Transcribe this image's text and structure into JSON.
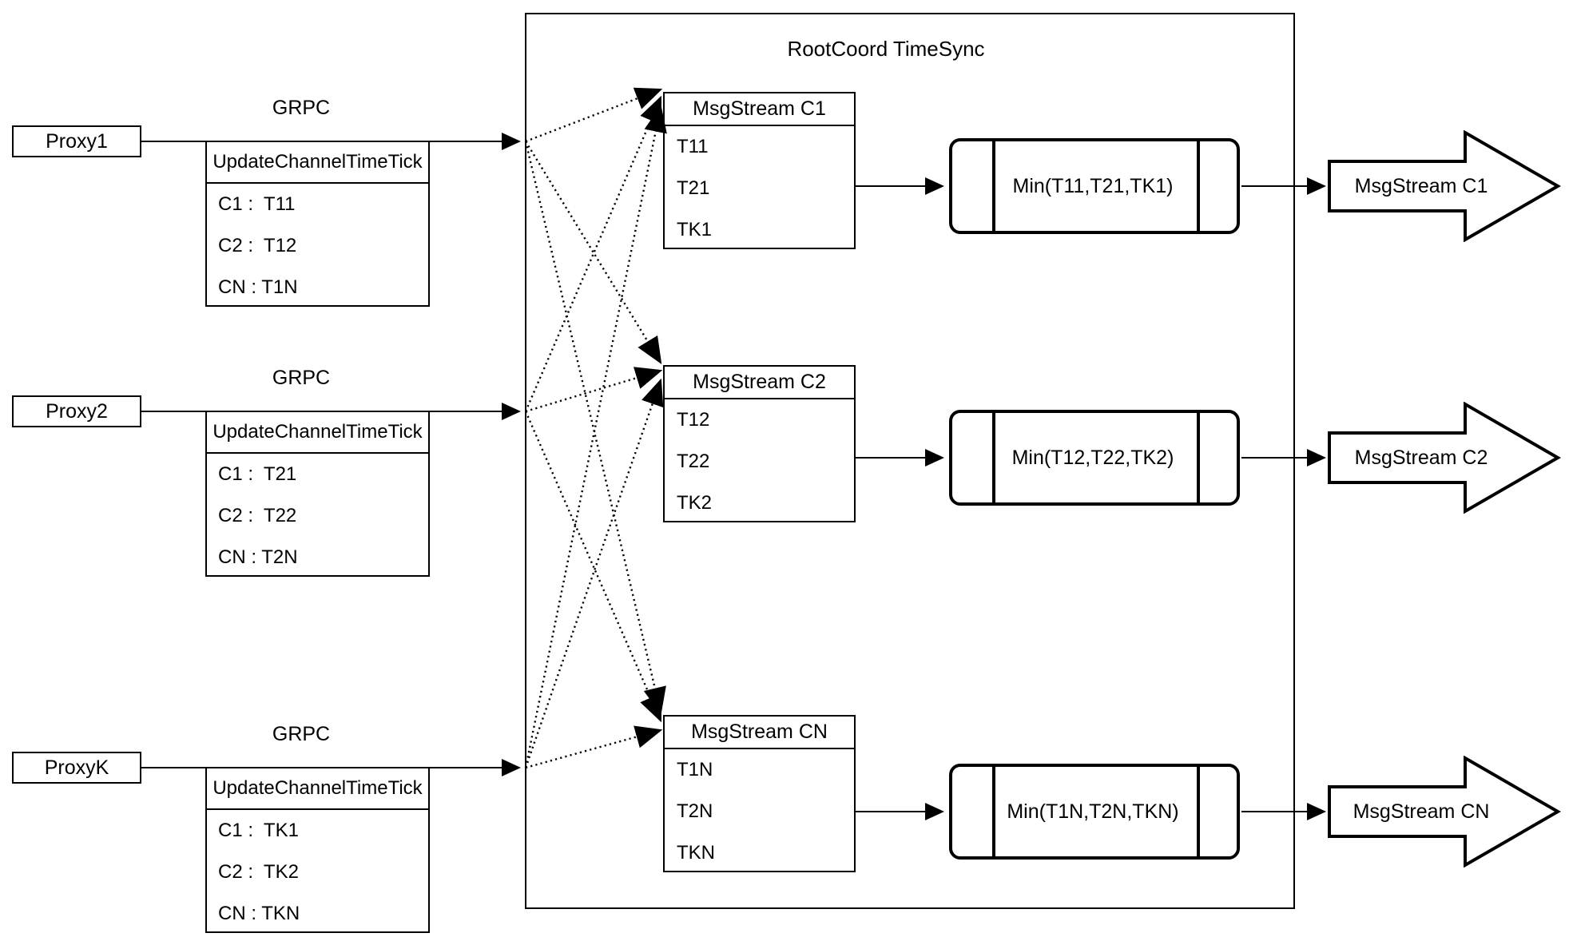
{
  "title": "RootCoord TimeSync",
  "rows": [
    {
      "proxy_label": "Proxy1",
      "grpc_label": "GRPC",
      "update_table": {
        "header": "UpdateChannelTimeTick",
        "entries": [
          "C1 :  T11",
          "C2 :  T12",
          "CN : T1N"
        ]
      },
      "stream_table": {
        "header": "MsgStream C1",
        "entries": [
          "T11",
          "T21",
          "TK1"
        ]
      },
      "min_label": "Min(T11,T21,TK1)",
      "output_arrow_label": "MsgStream C1"
    },
    {
      "proxy_label": "Proxy2",
      "grpc_label": "GRPC",
      "update_table": {
        "header": "UpdateChannelTimeTick",
        "entries": [
          "C1 :  T21",
          "C2 :  T22",
          "CN : T2N"
        ]
      },
      "stream_table": {
        "header": "MsgStream C2",
        "entries": [
          "T12",
          "T22",
          "TK2"
        ]
      },
      "min_label": "Min(T12,T22,TK2)",
      "output_arrow_label": "MsgStream C2"
    },
    {
      "proxy_label": "ProxyK",
      "grpc_label": "GRPC",
      "update_table": {
        "header": "UpdateChannelTimeTick",
        "entries": [
          "C1 :  TK1",
          "C2 :  TK2",
          "CN : TKN"
        ]
      },
      "stream_table": {
        "header": "MsgStream CN",
        "entries": [
          "T1N",
          "T2N",
          "TKN"
        ]
      },
      "min_label": "Min(T1N,T2N,TKN)",
      "output_arrow_label": "MsgStream CN"
    }
  ]
}
